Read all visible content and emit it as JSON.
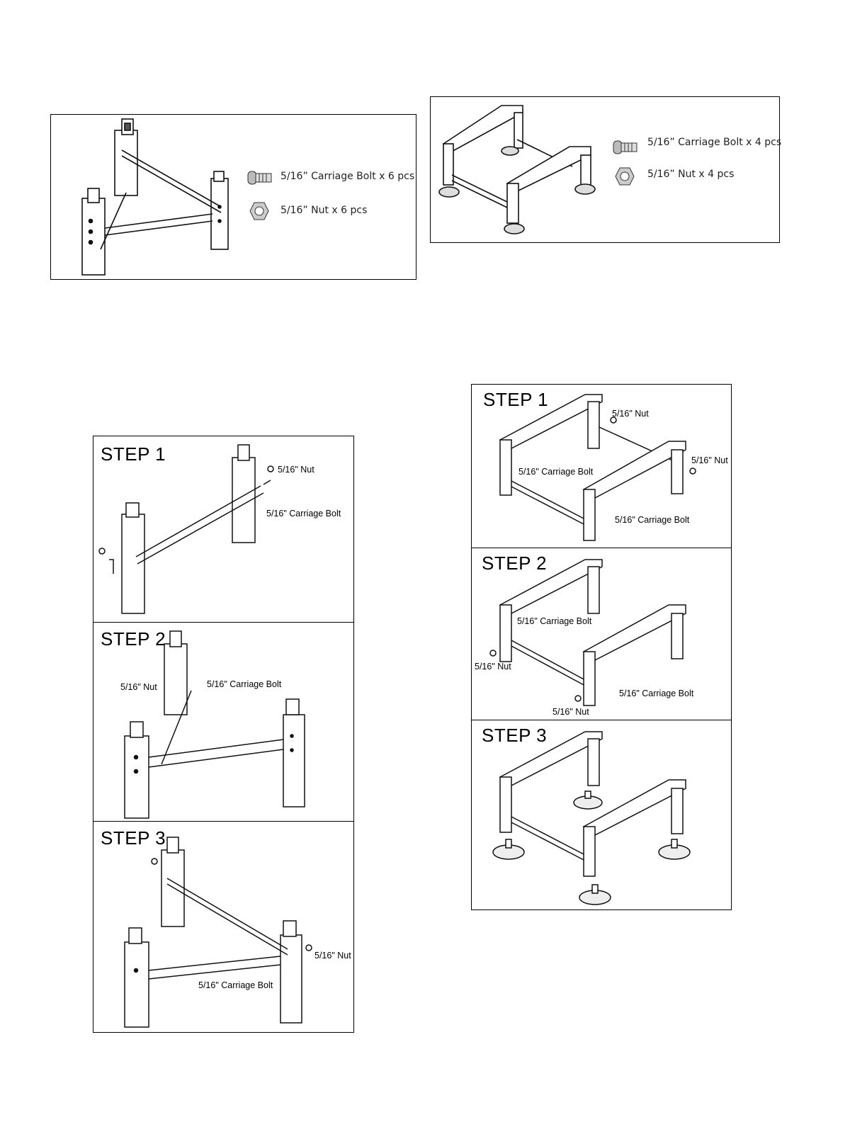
{
  "parts_triangle": {
    "bolt_label": "5/16” Carriage Bolt x 6 pcs",
    "nut_label": "5/16” Nut x 6 pcs",
    "bolt_icon": "carriage-bolt-icon",
    "nut_icon": "hex-nut-icon"
  },
  "parts_rect": {
    "bolt_label": "5/16” Carriage Bolt x 4 pcs",
    "nut_label": "5/16” Nut x 4 pcs",
    "bolt_icon": "carriage-bolt-icon",
    "nut_icon": "hex-nut-icon"
  },
  "triangle_steps": [
    {
      "title": "STEP 1",
      "nut": "5/16\" Nut",
      "bolt": "5/16\" Carriage Bolt"
    },
    {
      "title": "STEP 2",
      "nut": "5/16\" Nut",
      "bolt": "5/16\" Carriage Bolt"
    },
    {
      "title": "STEP 3",
      "nut": "5/16\" Nut",
      "bolt": "5/16\" Carriage Bolt"
    }
  ],
  "rect_steps": [
    {
      "title": "STEP 1",
      "nut": "5/16\" Nut",
      "nut2": "5/16\" Nut",
      "bolt": "5/16\" Carriage Bolt",
      "bolt2": "5/16\" Carriage Bolt"
    },
    {
      "title": "STEP 2",
      "nut": "5/16\" Nut",
      "nut2": "5/16\" Nut",
      "bolt": "5/16\" Carriage Bolt",
      "bolt2": "5/16\" Carriage Bolt"
    },
    {
      "title": "STEP 3"
    }
  ]
}
